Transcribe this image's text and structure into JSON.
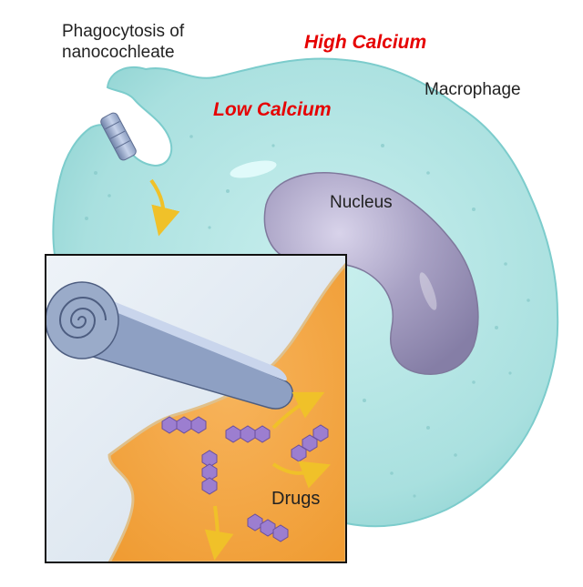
{
  "labels": {
    "phagocytosis": "Phagocytosis of nanocochleate",
    "high_calcium": "High Calcium",
    "low_calcium": "Low Calcium",
    "macrophage": "Macrophage",
    "nucleus": "Nucleus",
    "drugs": "Drugs"
  },
  "colors": {
    "cytoplasm": "#a9e0df",
    "cell_edge": "#7ccccc",
    "nucleus": "#9a93b6",
    "inset_bg": "#dfe8f1",
    "membrane": "#f2a13f",
    "arrow": "#f0c129",
    "drug": "#9c7ed0",
    "label_red": "#e60000"
  },
  "icons": [
    "nanocochleate-icon",
    "drug-molecule-icon",
    "arrow-icon"
  ]
}
